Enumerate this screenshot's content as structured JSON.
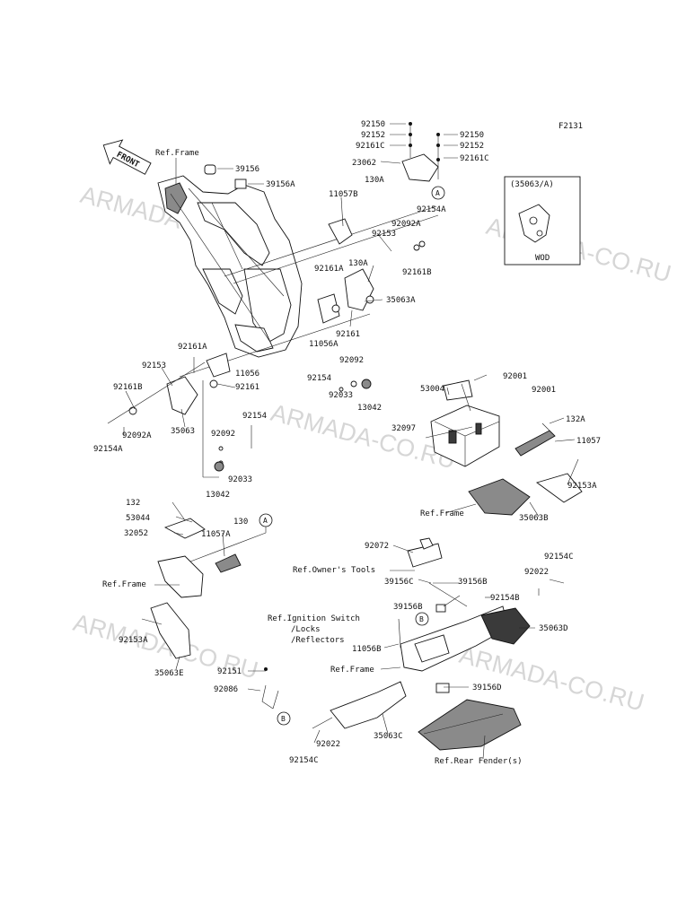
{
  "diagram_code": "F2131",
  "watermark": "ARMADA-CO.RU",
  "front_arrow_label": "FRONT",
  "inset": {
    "ref_label": "(35063/A)",
    "caption": "WOD"
  },
  "callouts": {
    "a": "A",
    "b": "B"
  },
  "labels": {
    "ref_frame_top": "Ref.Frame",
    "l39156": "39156",
    "l39156a": "39156A",
    "l92150_l": "92150",
    "l92152_l": "92152",
    "l92161c_l": "92161C",
    "l23062": "23062",
    "l92150_r": "92150",
    "l92152_r": "92152",
    "l92161c_r": "92161C",
    "l130a_top": "130A",
    "l11057b": "11057B",
    "l92154a_top": "92154A",
    "l92092a_top": "92092A",
    "l92153_top": "92153",
    "l130a_mid": "130A",
    "l92161b_top": "92161B",
    "l92161a_top": "92161A",
    "l35063a": "35063A",
    "l11056a": "11056A",
    "l92161_mid": "92161",
    "l92161a_left": "92161A",
    "l11056": "11056",
    "l92153_left": "92153",
    "l92161_left": "92161",
    "l92161b_left": "92161B",
    "l35063": "35063",
    "l92092a_left": "92092A",
    "l92154a_left": "92154A",
    "l92154_mid": "92154",
    "l92092_mid": "92092",
    "l92033_mid": "92033",
    "l13042_mid": "13042",
    "l92154_low": "92154",
    "l92092_low": "92092",
    "l92033_low": "92033",
    "l13042_low": "13042",
    "l53004": "53004",
    "l92001_a": "92001",
    "l92001_b": "92001",
    "l132a": "132A",
    "l32097": "32097",
    "l11057": "11057",
    "l92153a_right": "92153A",
    "ref_frame_right": "Ref.Frame",
    "l35063b": "35063B",
    "l132": "132",
    "l53044": "53044",
    "l32052": "32052",
    "l130": "130",
    "l11057a": "11057A",
    "ref_frame_left": "Ref.Frame",
    "l92153a_left": "92153A",
    "l35063e": "35063E",
    "l92072": "92072",
    "ref_owners_tools": "Ref.Owner's Tools",
    "l39156c": "39156C",
    "l39156b_top": "39156B",
    "l92154c_right": "92154C",
    "l92022_right": "92022",
    "l92154b": "92154B",
    "ref_ignition": "Ref.Ignition Switch",
    "ref_locks": "/Locks",
    "ref_reflectors": "/Reflectors",
    "l39156b_mid": "39156B",
    "l35063d": "35063D",
    "l11056b": "11056B",
    "ref_frame_bottom": "Ref.Frame",
    "l39156d": "39156D",
    "l92151": "92151",
    "l92086": "92086",
    "l92022_low": "92022",
    "l35063c": "35063C",
    "l92154c_low": "92154C",
    "ref_rear_fender": "Ref.Rear Fender(s)"
  }
}
